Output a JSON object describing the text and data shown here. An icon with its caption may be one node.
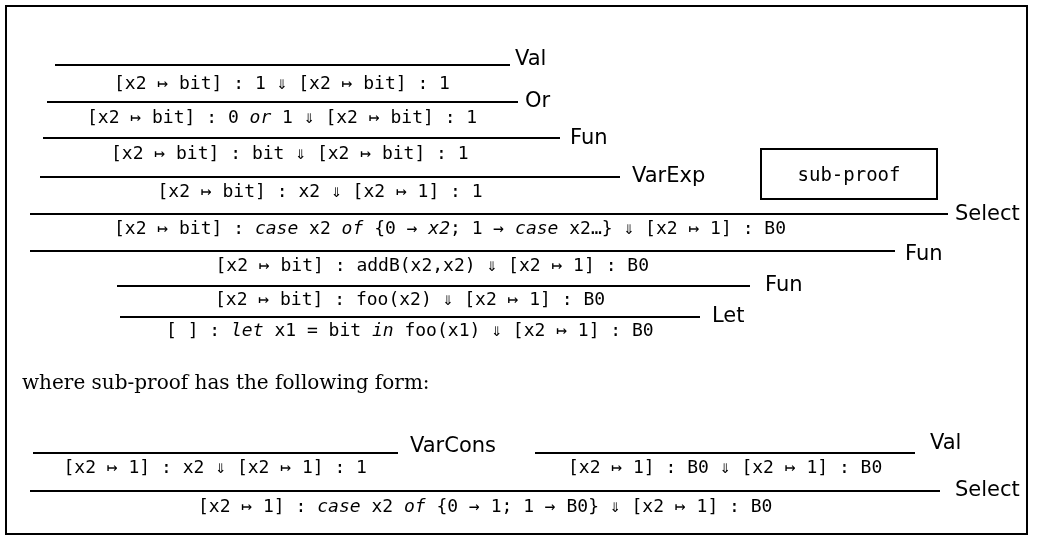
{
  "diagram": {
    "nodes": [
      {
        "text": [
          "sub-proof"
        ]
      }
    ],
    "labels": [
      "Val",
      "[x2 ↦ bit] : 1  ⇓  [x2 ↦ bit] : 1",
      "Or",
      "[x2 ↦ bit] : 0 *or* 1  ⇓  [x2 ↦ bit] : 1",
      "Fun",
      "[x2 ↦ bit] : bit  ⇓  [x2 ↦ bit] : 1",
      "VarExp",
      "[x2 ↦ bit] : x2  ⇓  [x2 ↦ 1] : 1",
      "Select",
      "[x2 ↦ bit] : *case* x2 *of* {0 → *x2*; 1 → *case* x2…}  ⇓  [x2 ↦ 1] : B0",
      "Fun",
      "[x2 ↦ bit] : addB(x2,x2)  ⇓  [x2 ↦ 1] : B0",
      "Fun",
      "[x2 ↦ bit] : foo(x2)  ⇓  [x2 ↦ 1] : B0",
      "Let",
      "[ ] : *let* x1 = bit *in* foo(x1)  ⇓  [x2 ↦ 1] : B0",
      "where sub-proof has the following form:",
      "VarCons",
      "Val",
      "[x2 ↦ 1] : x2  ⇓  [x2 ↦ 1] : 1",
      "[x2 ↦ 1] : B0  ⇓  [x2 ↦ 1] : B0",
      "Select",
      "[x2 ↦ 1] : *case* x2 *of* {0 → 1; 1 → B0}  ⇓  [x2 ↦ 1] : B0"
    ]
  }
}
